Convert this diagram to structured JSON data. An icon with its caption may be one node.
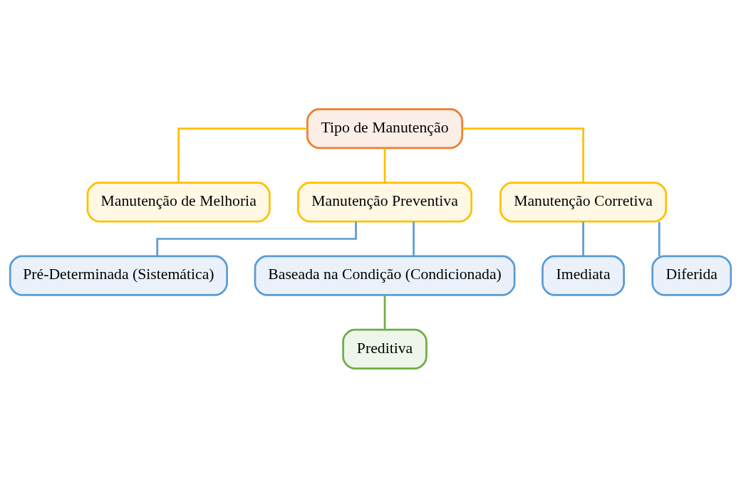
{
  "diagram": {
    "nodes": [
      {
        "text": [
          "Tipo de Manutenção"
        ]
      },
      {
        "text": [
          "Manutenção de Melhoria"
        ]
      },
      {
        "text": [
          "Manutenção Preventiva"
        ]
      },
      {
        "text": [
          "Manutenção Corretiva"
        ]
      },
      {
        "text": [
          "Pré-Determinada (Sistemática)"
        ]
      },
      {
        "text": [
          "Baseada na Condição (Condicionada)"
        ]
      },
      {
        "text": [
          "Imediata"
        ]
      },
      {
        "text": [
          "Diferida"
        ]
      },
      {
        "text": [
          "Preditiva"
        ]
      }
    ],
    "edges": [
      {
        "from": 0,
        "to": 1,
        "arrow": "none",
        "color": "#ffc000"
      },
      {
        "from": 0,
        "to": 2,
        "arrow": "none",
        "color": "#ffc000"
      },
      {
        "from": 0,
        "to": 3,
        "arrow": "none",
        "color": "#ffc000"
      },
      {
        "from": 2,
        "to": 4,
        "arrow": "none"
      },
      {
        "from": 2,
        "to": 5,
        "arrow": "none"
      },
      {
        "from": 3,
        "to": 6,
        "arrow": "none"
      },
      {
        "from": 3,
        "to": 7,
        "arrow": "none"
      },
      {
        "from": 5,
        "to": 8,
        "arrow": "none",
        "color": "#70ad47"
      }
    ]
  }
}
